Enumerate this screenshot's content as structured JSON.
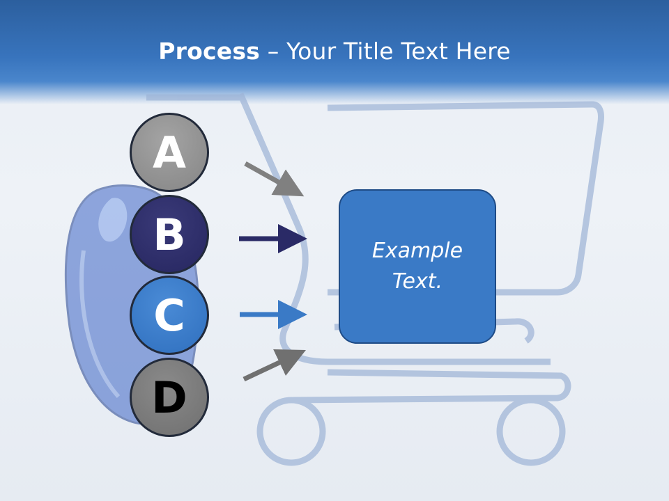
{
  "slide": {
    "title_bold": "Process",
    "title_rest": " – Your Title Text Here"
  },
  "steps": [
    {
      "letter": "A",
      "color": "#9a9a9a"
    },
    {
      "letter": "B",
      "color": "#2a2a66"
    },
    {
      "letter": "C",
      "color": "#3a7ac6"
    },
    {
      "letter": "D",
      "color": "#7a7a7a"
    }
  ],
  "box": {
    "text": "Example Text."
  },
  "icons": [
    "shopping-cart-icon",
    "computer-mouse-icon"
  ]
}
